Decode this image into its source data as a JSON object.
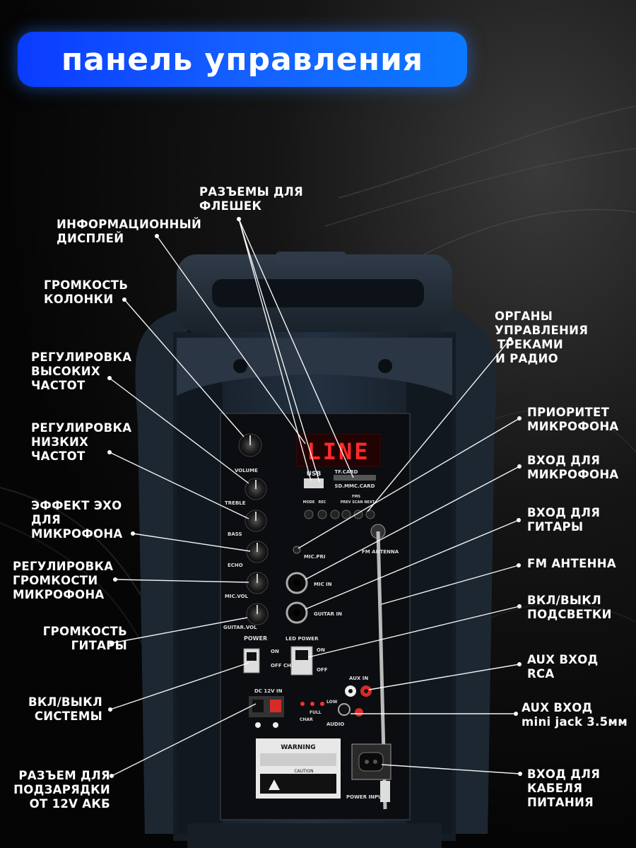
{
  "title": "панель управления",
  "display_text": "LINE",
  "panel_labels": {
    "usb": "USB",
    "tf_card": "TF.CARD",
    "sd_card": "SD.MMC.CARD",
    "mode": "MODE",
    "rec": "REC",
    "fms": "FMS",
    "prev_scan_next": "PREV SCAN NEXT",
    "volume": "VOLUME",
    "treble": "TREBLE",
    "bass": "BASS",
    "echo": "ECHO",
    "mic_vol": "MIC.VOL",
    "guitar_vol": "GUITAR.VOL",
    "mic_pri": "MIC.PRI",
    "fm_antenna": "FM ANTENNA",
    "mic_in": "MIC IN",
    "guitar_in": "GUITAR IN",
    "power": "POWER",
    "on": "ON",
    "off_char": "OFF CHAR",
    "led_power": "LED POWER",
    "led_on": "ON",
    "led_off": "OFF",
    "aux_in": "AUX IN",
    "dc_12v_in": "DC 12V IN",
    "low": "LOW",
    "full": "FULL",
    "char": "CHAR",
    "audio": "AUDIO",
    "warning": "WARNING",
    "caution": "CAUTION",
    "power_input": "POWER INPUT"
  },
  "callouts": {
    "flash_slots": [
      "РАЗЪЕМЫ ДЛЯ",
      "ФЛЕШЕК"
    ],
    "info_display": [
      "ИНФОРМАЦИОННЫЙ",
      "ДИСПЛЕЙ"
    ],
    "speaker_volume": [
      "ГРОМКОСТЬ",
      "КОЛОНКИ"
    ],
    "treble": [
      "РЕГУЛИРОВКА",
      "ВЫСОКИХ",
      "ЧАСТОТ"
    ],
    "bass": [
      "РЕГУЛИРОВКА",
      "НИЗКИХ",
      "ЧАСТОТ"
    ],
    "echo": [
      "ЭФФЕКТ ЭХО",
      "ДЛЯ",
      "МИКРОФОНА"
    ],
    "mic_volume": [
      "РЕГУЛИРОВКА",
      "ГРОМКОСТИ",
      "МИКРОФОНА"
    ],
    "guitar_volume": [
      "ГРОМКОСТЬ",
      "ГИТАРЫ"
    ],
    "power_switch": [
      "ВКЛ/ВЫКЛ",
      "СИСТЕМЫ"
    ],
    "charge_port": [
      "РАЗЪЕМ ДЛЯ",
      "ПОДЗАРЯДКИ",
      "ОТ 12V АКБ"
    ],
    "track_controls": [
      "ОРГАНЫ",
      "УПРАВЛЕНИЯ",
      "ТРЕКАМИ",
      "И РАДИО"
    ],
    "mic_priority": [
      "ПРИОРИТЕТ",
      "МИКРОФОНА"
    ],
    "mic_input": [
      "ВХОД ДЛЯ",
      "МИКРОФОНА"
    ],
    "guitar_input": [
      "ВХОД ДЛЯ",
      "ГИТАРЫ"
    ],
    "fm_antenna": [
      "FM АНТЕННА"
    ],
    "led_switch": [
      "ВКЛ/ВЫКЛ",
      "ПОДСВЕТКИ"
    ],
    "aux_rca": [
      "AUX ВХОД",
      "RCA"
    ],
    "aux_mini": [
      "AUX ВХОД",
      "mini jack 3.5мм"
    ],
    "power_cable": [
      "ВХОД ДЛЯ",
      "КАБЕЛЯ",
      "ПИТАНИЯ"
    ]
  },
  "colors": {
    "banner_start": "#0a3cff",
    "banner_end": "#0c78ff",
    "display_red": "#ff2a2a",
    "speaker_body": "#1c2530"
  }
}
